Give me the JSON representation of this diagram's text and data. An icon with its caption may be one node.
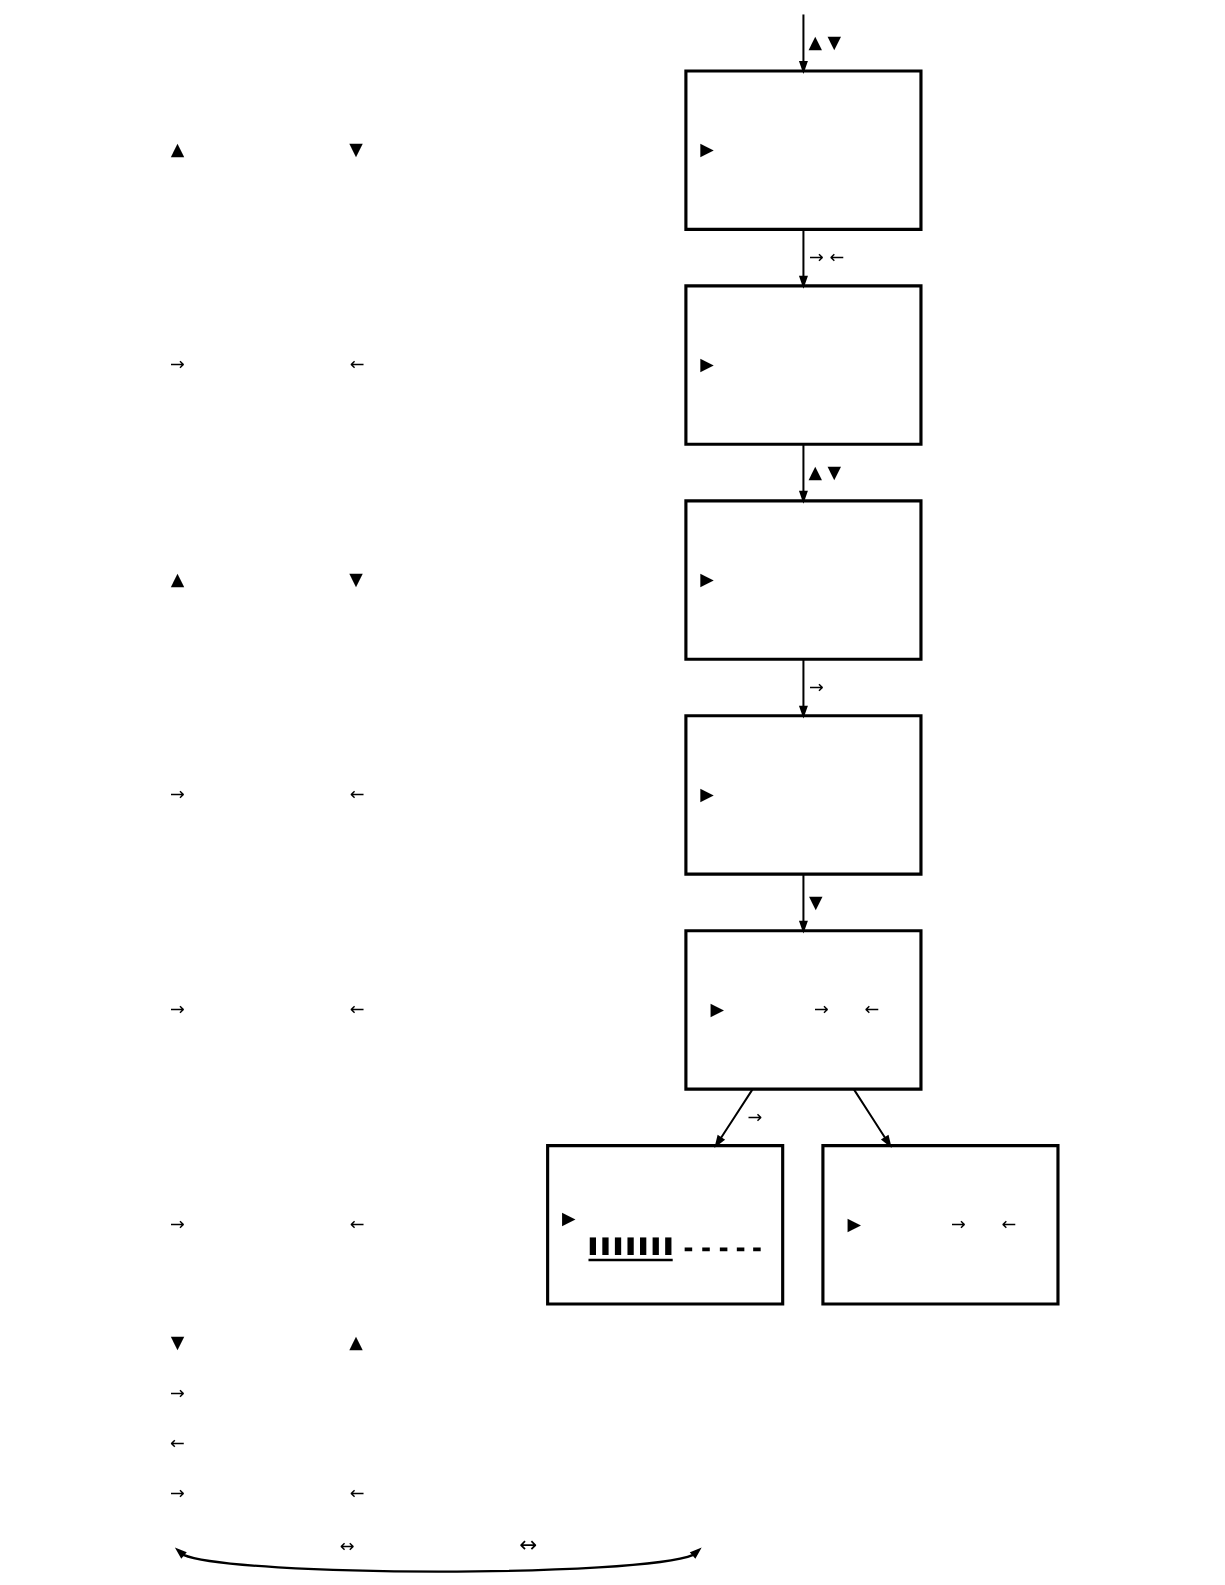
{
  "diagram": {
    "nodes": [
      {
        "text": [
          "▶"
        ]
      },
      {
        "text": [
          "▶"
        ]
      },
      {
        "text": [
          "▶"
        ]
      },
      {
        "text": [
          "▶"
        ]
      },
      {
        "text": [
          "▶",
          "→",
          "←"
        ]
      },
      {
        "text": [
          "▶"
        ]
      },
      {
        "text": [
          "▶",
          "→",
          "←"
        ]
      }
    ],
    "edges": [
      {
        "from": null,
        "to": 0,
        "arrow": "to",
        "label": "▲ ▼"
      },
      {
        "from": 0,
        "to": 1,
        "arrow": "to",
        "label": "→ ←"
      },
      {
        "from": 1,
        "to": 2,
        "arrow": "to",
        "label": "▲ ▼"
      },
      {
        "from": 2,
        "to": 3,
        "arrow": "to",
        "label": "→"
      },
      {
        "from": 3,
        "to": 4,
        "arrow": "to",
        "label": "▼"
      },
      {
        "from": 4,
        "to": 5,
        "arrow": "to",
        "label": "→"
      },
      {
        "from": 4,
        "to": 6,
        "arrow": "to"
      }
    ],
    "labels": [
      "▲",
      "▼",
      "→",
      "←",
      "▲",
      "▼",
      "→",
      "←",
      "→",
      "←",
      "→",
      "←",
      "▼",
      "▲",
      "→",
      "←",
      "→",
      "←",
      "↔",
      "↔"
    ]
  }
}
